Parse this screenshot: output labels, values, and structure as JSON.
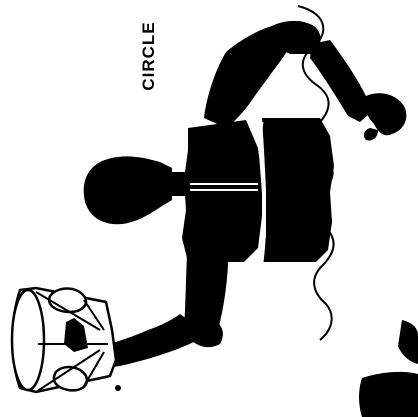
{
  "figure": {
    "label": "CIRCLE",
    "colors": {
      "ink": "#000000",
      "paper": "#ffffff"
    },
    "icons": [
      "stick-figure-body",
      "lamp-shade",
      "wavy-line"
    ]
  }
}
